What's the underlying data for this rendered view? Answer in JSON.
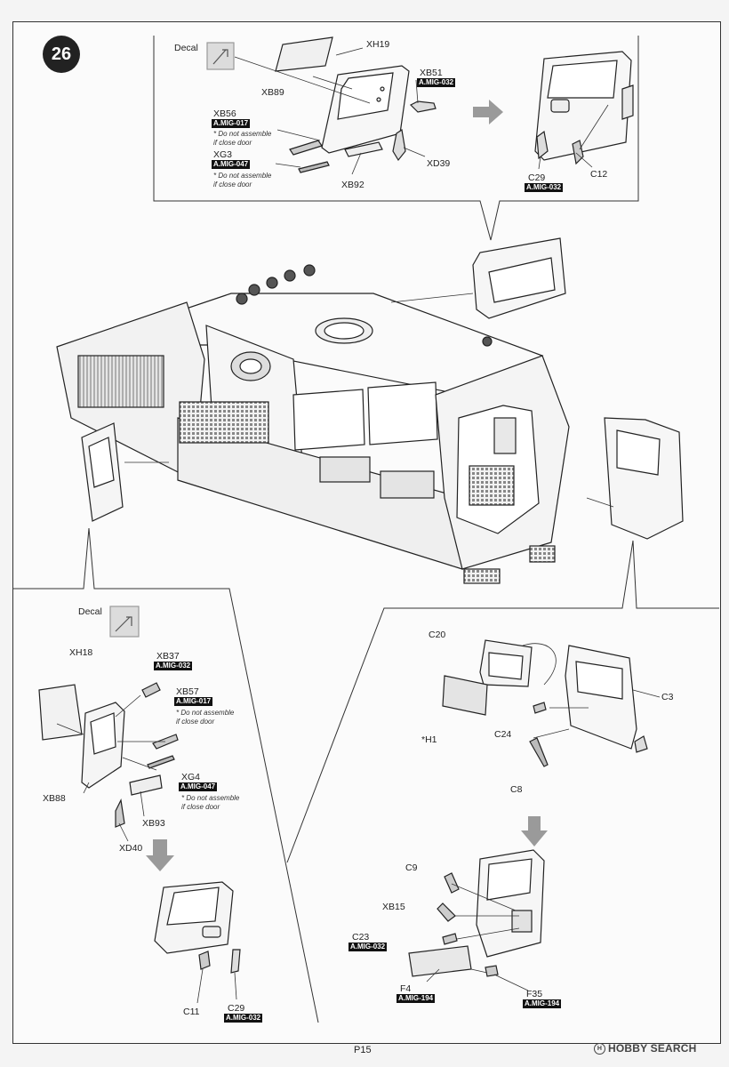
{
  "step_number": "26",
  "page_number": "P15",
  "watermark": "HOBBY SEARCH",
  "decal_label": "Decal",
  "top_callout": {
    "parts": {
      "xh19": "XH19",
      "xb51": "XB51",
      "xb89": "XB89",
      "xb56": "XB56",
      "xg3": "XG3",
      "xd39": "XD39",
      "xb92": "XB92",
      "c29": "C29",
      "c12": "C12"
    },
    "paints": {
      "xb51": "A.MIG-032",
      "xb56": "A.MIG-017",
      "xg3": "A.MIG-047",
      "c29": "A.MIG-032"
    },
    "notes": {
      "xb56": "* Do not assemble\nif close door",
      "xg3": "* Do not assemble\nif close door"
    }
  },
  "left_callout": {
    "parts": {
      "xh18": "XH18",
      "xb37": "XB37",
      "xb57": "XB57",
      "xg4": "XG4",
      "xb88": "XB88",
      "xb93": "XB93",
      "xd40": "XD40",
      "c11": "C11",
      "c29": "C29"
    },
    "paints": {
      "xb37": "A.MIG-032",
      "xb57": "A.MIG-017",
      "xg4": "A.MIG-047",
      "c29": "A.MIG-032"
    },
    "notes": {
      "xb57": "* Do not assemble\nif close door",
      "xg4": "* Do not assemble\nif close door"
    }
  },
  "right_callout": {
    "parts": {
      "c20": "C20",
      "c3": "C3",
      "h1": "*H1",
      "c24": "C24",
      "c8": "C8",
      "c9": "C9",
      "xb15": "XB15",
      "c23": "C23",
      "f4": "F4",
      "f35": "F35"
    },
    "paints": {
      "c23": "A.MIG-032",
      "f4": "A.MIG-194",
      "f35": "A.MIG-194"
    }
  },
  "colors": {
    "ink": "#222222",
    "arrow": "#9a9a9a",
    "tag_bg": "#111111"
  }
}
